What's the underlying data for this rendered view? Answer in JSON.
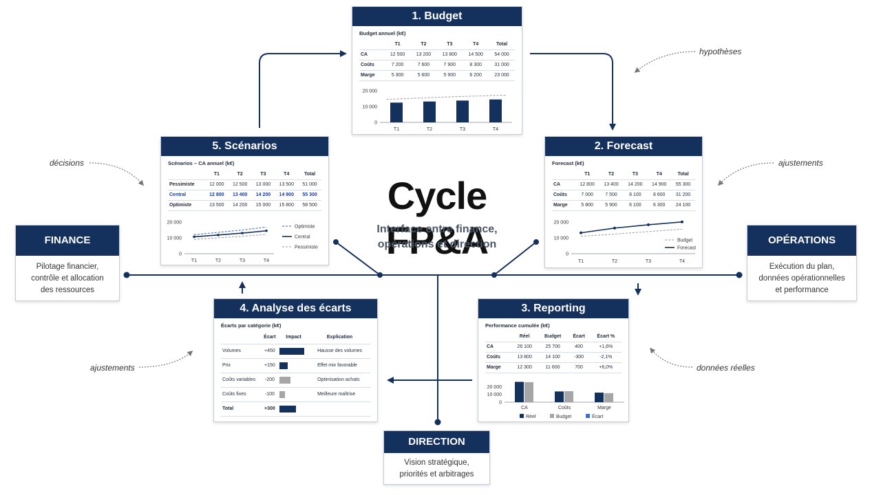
{
  "title": "Cycle FP&A",
  "subtitle": "Interface entre finance,\nopérations et direction",
  "colors": {
    "navy": "#14305c",
    "grey": "#a6a6a6",
    "blue": "#3b6fd8",
    "dash": "#9a9a9a"
  },
  "notes": {
    "hypotheses": "hypothèses",
    "decisions": "décisions",
    "ajustements_right": "ajustements",
    "ajustements_left": "ajustements",
    "donnees_reelles": "données réelles"
  },
  "sides": {
    "finance": {
      "title": "FINANCE",
      "text": "Pilotage financier,\ncontrôle et allocation\ndes ressources"
    },
    "operations": {
      "title": "OPÉRATIONS",
      "text": "Exécution du plan,\ndonnées opérationnelles\net performance"
    },
    "direction": {
      "title": "DIRECTION",
      "text": "Vision stratégique,\npriorités et arbitrages"
    }
  },
  "budget": {
    "title": "1. Budget",
    "caption": "Budget annuel (k€)",
    "headers": [
      "",
      "T1",
      "T2",
      "T3",
      "T4",
      "Total"
    ],
    "rows": [
      [
        "CA",
        "12 500",
        "13 200",
        "13 800",
        "14 500",
        "54 000"
      ],
      [
        "Coûts",
        "7 200",
        "7 600",
        "7 900",
        "8 300",
        "31 000"
      ],
      [
        "Marge",
        "5 300",
        "5 600",
        "5 900",
        "6 200",
        "23 000"
      ]
    ]
  },
  "forecast": {
    "title": "2. Forecast",
    "caption": "Forecast (k€)",
    "headers": [
      "",
      "T1",
      "T2",
      "T3",
      "T4",
      "Total"
    ],
    "rows": [
      [
        "CA",
        "12 800",
        "13 400",
        "14 200",
        "14 900",
        "55 300"
      ],
      [
        "Coûts",
        "7 000",
        "7 500",
        "8 100",
        "8 600",
        "31 200"
      ],
      [
        "Marge",
        "5 800",
        "5 900",
        "6 100",
        "6 300",
        "24 100"
      ]
    ]
  },
  "reporting": {
    "title": "3. Reporting",
    "caption": "Performance cumulée (k€)",
    "headers": [
      "",
      "Réel",
      "Budget",
      "Écart",
      "Écart %"
    ],
    "rows": [
      [
        "CA",
        "26 100",
        "25 700",
        "400",
        "+1,6%"
      ],
      [
        "Coûts",
        "13 800",
        "14 100",
        "-300",
        "-2,1%"
      ],
      [
        "Marge",
        "12 300",
        "11 600",
        "700",
        "+6,0%"
      ]
    ]
  },
  "ecarts": {
    "title": "4. Analyse des écarts",
    "caption": "Écarts par catégorie (k€)",
    "headers": [
      "",
      "Écart",
      "Impact",
      "Explication"
    ],
    "rows": [
      {
        "cat": "Volumes",
        "ecart": "+450",
        "value": 450,
        "expl": "Hausse des volumes"
      },
      {
        "cat": "Prix",
        "ecart": "+150",
        "value": 150,
        "expl": "Effet mix favorable"
      },
      {
        "cat": "Coûts variables",
        "ecart": "-200",
        "value": -200,
        "expl": "Optimisation achats"
      },
      {
        "cat": "Coûts fixes",
        "ecart": "-100",
        "value": -100,
        "expl": "Meilleure maîtrise"
      },
      {
        "cat": "Total",
        "ecart": "+300",
        "value": 300,
        "expl": ""
      }
    ]
  },
  "scenarios": {
    "title": "5. Scénarios",
    "caption": "Scénarios – CA annuel (k€)",
    "headers": [
      "",
      "T1",
      "T2",
      "T3",
      "T4",
      "Total"
    ],
    "rows": [
      [
        "Pessimiste",
        "12 000",
        "12 500",
        "13 000",
        "13 500",
        "51 000"
      ],
      [
        "Central",
        "12 800",
        "13 400",
        "14 200",
        "14 900",
        "55 300"
      ],
      [
        "Optimiste",
        "13 500",
        "14 200",
        "15 000",
        "15 800",
        "58 500"
      ]
    ]
  },
  "chart_data": [
    {
      "type": "bar",
      "name": "budget",
      "categories": [
        "T1",
        "T2",
        "T3",
        "T4"
      ],
      "series": [
        {
          "values": [
            12500,
            13200,
            13800,
            14500
          ]
        }
      ],
      "reference_line": [
        14500,
        15400,
        16200,
        17200
      ],
      "yticks": [
        "20 000",
        "10 000",
        "0"
      ],
      "ylim": [
        0,
        20000
      ]
    },
    {
      "type": "line",
      "name": "forecast",
      "categories": [
        "T1",
        "T2",
        "T3",
        "T4"
      ],
      "series": [
        {
          "name": "Budget",
          "values": [
            11000,
            12400,
            14000,
            15500
          ],
          "style": "dashed"
        },
        {
          "name": "Forecast",
          "values": [
            13200,
            16200,
            18300,
            20100
          ],
          "style": "solid"
        }
      ],
      "yticks": [
        "20 000",
        "10 000",
        "0"
      ],
      "ylim": [
        0,
        20000
      ]
    },
    {
      "type": "bar",
      "name": "reporting",
      "categories": [
        "CA",
        "Coûts",
        "Marge"
      ],
      "series": [
        {
          "name": "Réel",
          "values": [
            26100,
            13800,
            12300
          ]
        },
        {
          "name": "Budget",
          "values": [
            25700,
            14100,
            11600
          ]
        },
        {
          "name": "Écart",
          "values": [
            400,
            -300,
            700
          ]
        }
      ],
      "yticks": [
        "20 000",
        "10 000",
        "0"
      ],
      "ylim": [
        0,
        30000
      ]
    },
    {
      "type": "line",
      "name": "scenarios",
      "categories": [
        "T1",
        "T2",
        "T3",
        "T4"
      ],
      "series": [
        {
          "name": "Optimiste",
          "values": [
            12000,
            13500,
            15000,
            16800
          ],
          "style": "dashed"
        },
        {
          "name": "Central",
          "values": [
            10700,
            11800,
            13000,
            14500
          ],
          "style": "solid"
        },
        {
          "name": "Pessimiste",
          "values": [
            9000,
            10000,
            11000,
            12200
          ],
          "style": "dashed"
        }
      ],
      "yticks": [
        "20 000",
        "10 000",
        "0"
      ],
      "ylim": [
        0,
        20000
      ]
    }
  ]
}
